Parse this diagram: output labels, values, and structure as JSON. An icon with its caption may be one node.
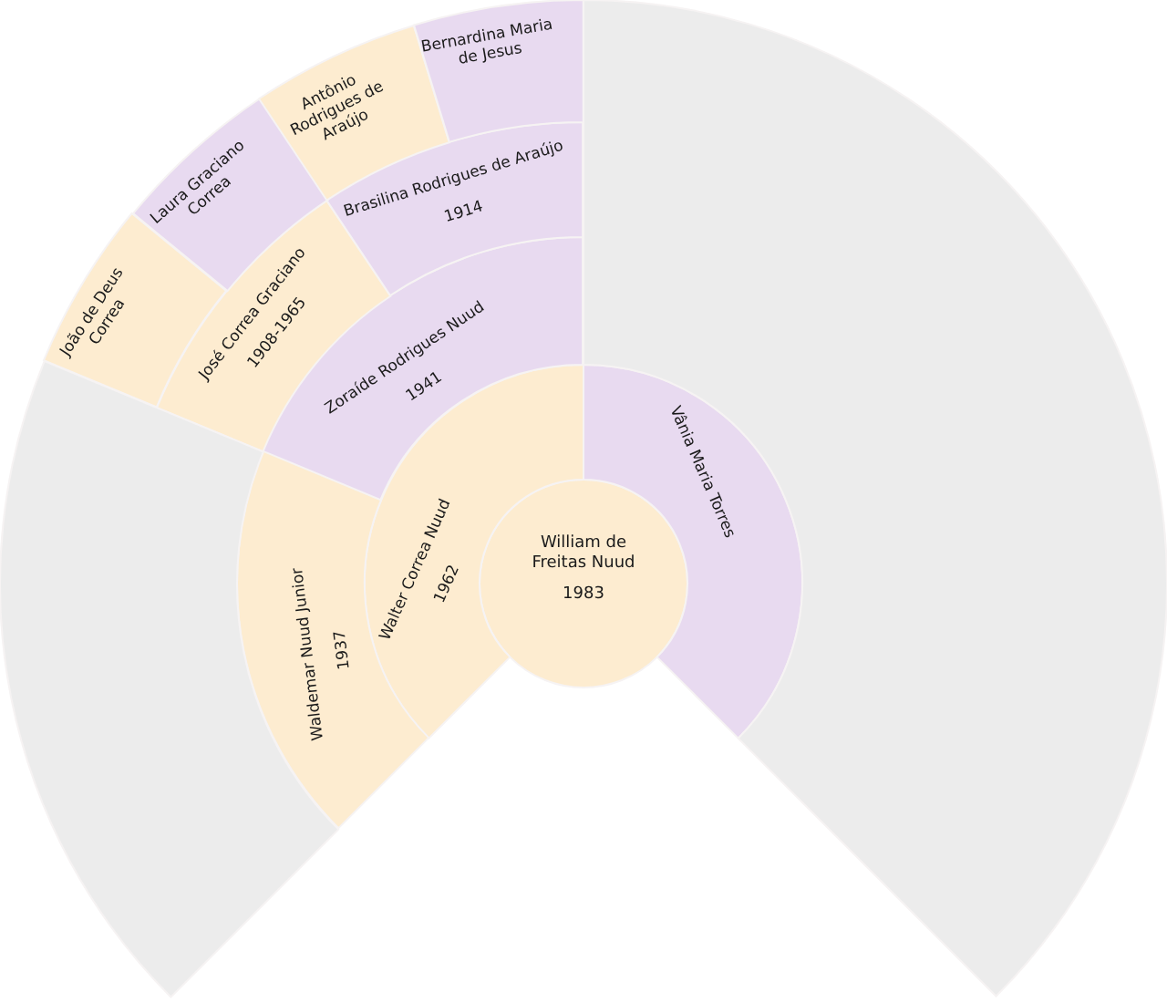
{
  "diagram": {
    "nodes": [
      {
        "text": [
          "William de Freitas Nuud",
          "1983"
        ]
      },
      {
        "text": [
          "Walter Correa Nuud",
          "1962"
        ]
      },
      {
        "text": [
          "Vânia Maria Torres"
        ]
      },
      {
        "text": [
          "Waldemar Nuud Junior",
          "1937"
        ]
      },
      {
        "text": [
          "Zoraíde Rodrigues Nuud",
          "1941"
        ]
      },
      {
        "text": [
          "José Correa Graciano",
          "1908-1965"
        ]
      },
      {
        "text": [
          "Brasilina Rodrigues de Araújo",
          "1914"
        ]
      },
      {
        "text": [
          "João de Deus Correa"
        ]
      },
      {
        "text": [
          "Laura Graciano Correa"
        ]
      },
      {
        "text": [
          "Antônio Rodrigues de Araújo"
        ]
      },
      {
        "text": [
          "Bernardina Maria de Jesus"
        ]
      },
      {
        "text": [],
        "shape": "wedge"
      },
      {
        "text": [],
        "shape": "wedge"
      }
    ]
  }
}
